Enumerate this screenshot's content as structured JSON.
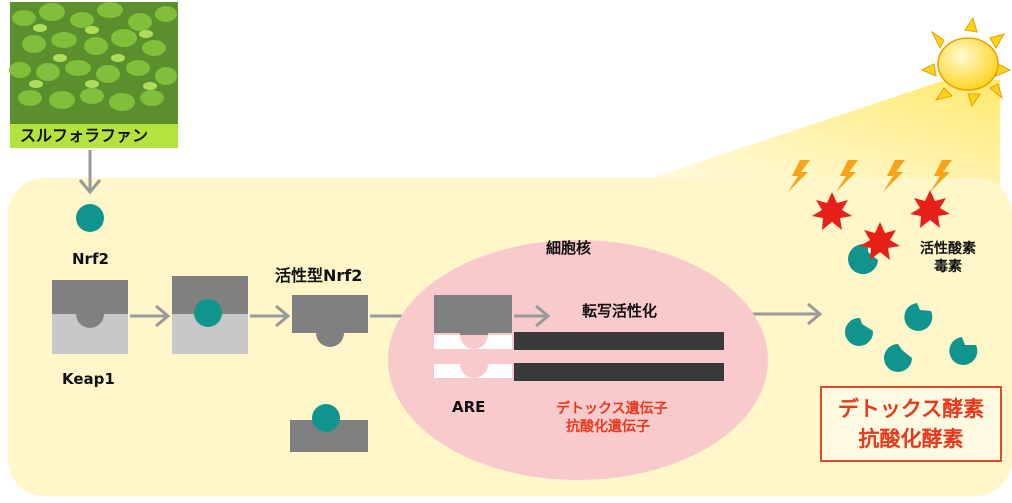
{
  "sulforaphane": "スルフォラファン",
  "nrf2": "Nrf2",
  "keap1": "Keap1",
  "active_nrf2": "活性型Nrf2",
  "nucleus": "細胞核",
  "transcription": "転写活性化",
  "are": "ARE",
  "genes": [
    "デトックス遺伝子",
    "抗酸化遺伝子"
  ],
  "stress": [
    "活性酸素",
    "毒素"
  ],
  "enzymes": [
    "デトックス酵素",
    "抗酸化酵素"
  ],
  "colors": {
    "cell": "#fff7c9",
    "nucleus": "#f9cacb",
    "nrf2": "#10958e",
    "keap1_top": "#808080",
    "keap1_bottom": "#c8c8c8",
    "dna": "#3a3a3a",
    "accent_red": "#e8391d",
    "sprout_label": "#b5e33d"
  }
}
